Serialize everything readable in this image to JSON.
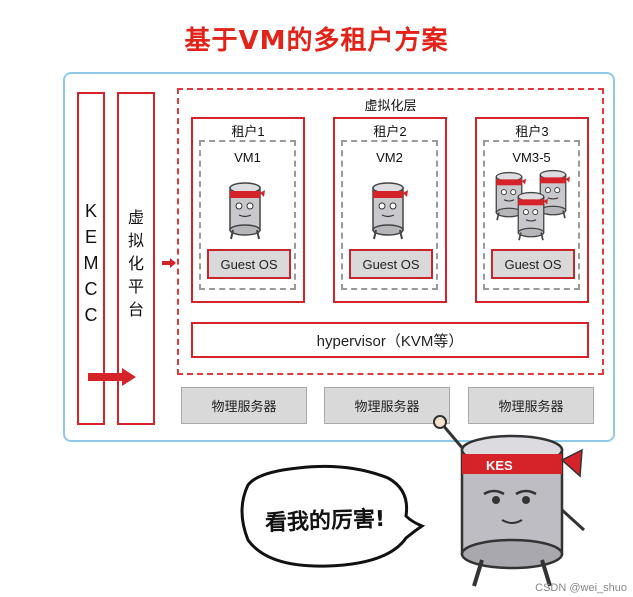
{
  "title": "基于VM的多租户方案",
  "kemcc": [
    "K",
    "E",
    "M",
    "C",
    "C"
  ],
  "platform": [
    "虚",
    "拟",
    "化",
    "平",
    "台"
  ],
  "virt_layer": "虚拟化层",
  "tenants": [
    {
      "name": "租户1",
      "vm": "VM1",
      "os": "Guest OS"
    },
    {
      "name": "租户2",
      "vm": "VM2",
      "os": "Guest OS"
    },
    {
      "name": "租户3",
      "vm": "VM3-5",
      "os": "Guest OS"
    }
  ],
  "hypervisor": "hypervisor（KVM等）",
  "servers": [
    "物理服务器",
    "物理服务器",
    "物理服务器"
  ],
  "mascot_label": "KES",
  "speech": "看我的厉害!",
  "watermark": "CSDN @wei_shuo",
  "colors": {
    "accent_red": "#e32219",
    "frame_blue": "#8fcbe8",
    "box_gray": "#d9d9d9"
  }
}
